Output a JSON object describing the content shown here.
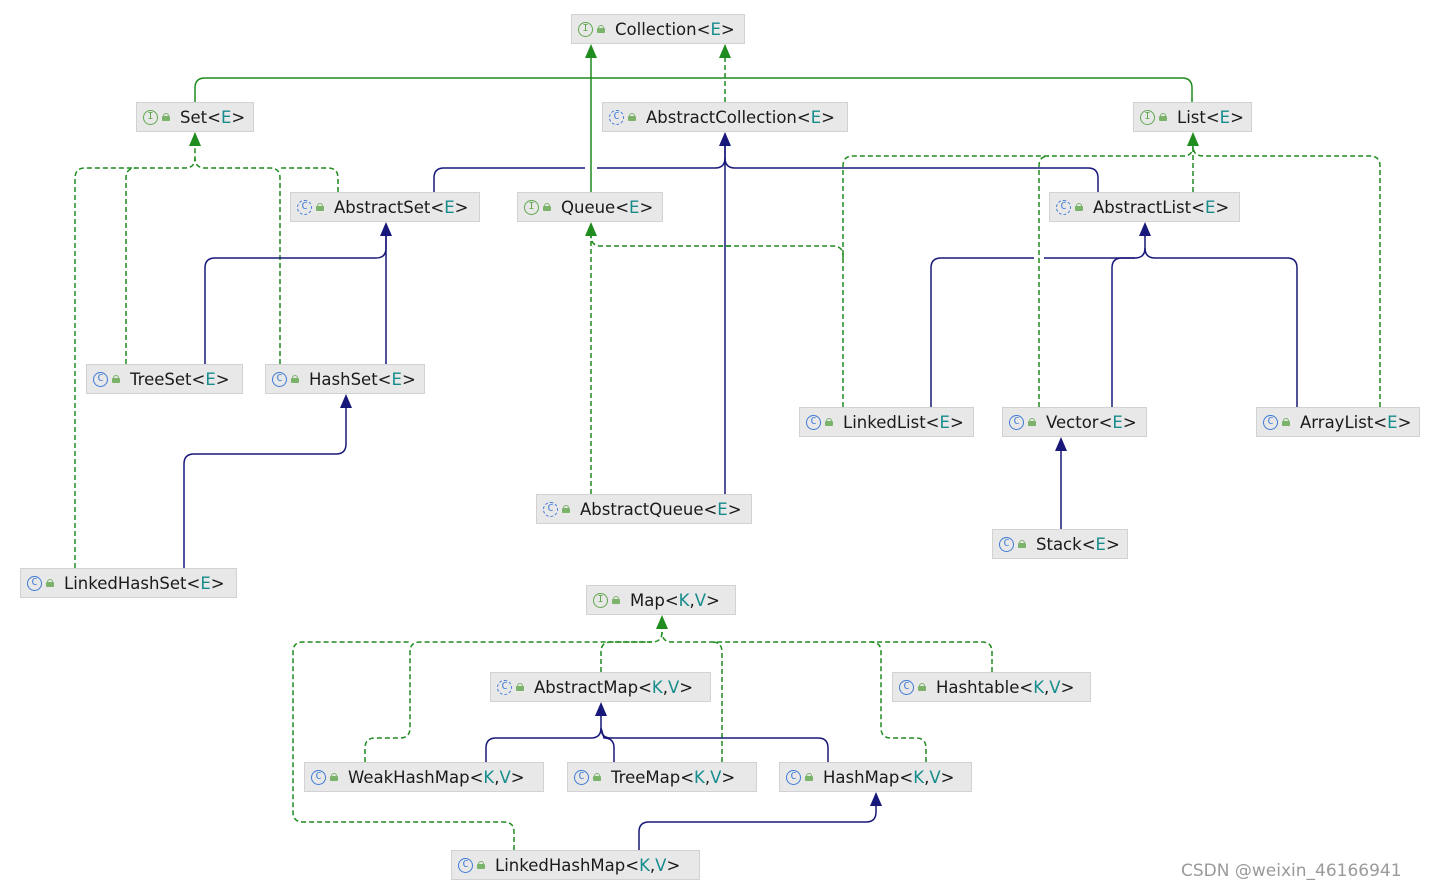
{
  "nodes": [
    {
      "id": "collection",
      "kind": "interface",
      "name": "Collection",
      "params": [
        "E"
      ]
    },
    {
      "id": "set",
      "kind": "interface",
      "name": "Set",
      "params": [
        "E"
      ]
    },
    {
      "id": "abstractcollection",
      "kind": "abstract",
      "name": "AbstractCollection",
      "params": [
        "E"
      ]
    },
    {
      "id": "list",
      "kind": "interface",
      "name": "List",
      "params": [
        "E"
      ]
    },
    {
      "id": "abstractset",
      "kind": "abstract",
      "name": "AbstractSet",
      "params": [
        "E"
      ]
    },
    {
      "id": "queue",
      "kind": "interface",
      "name": "Queue",
      "params": [
        "E"
      ]
    },
    {
      "id": "abstractlist",
      "kind": "abstract",
      "name": "AbstractList",
      "params": [
        "E"
      ]
    },
    {
      "id": "treeset",
      "kind": "class",
      "name": "TreeSet",
      "params": [
        "E"
      ]
    },
    {
      "id": "hashset",
      "kind": "class",
      "name": "HashSet",
      "params": [
        "E"
      ]
    },
    {
      "id": "linkedlist",
      "kind": "class",
      "name": "LinkedList",
      "params": [
        "E"
      ]
    },
    {
      "id": "vector",
      "kind": "class",
      "name": "Vector",
      "params": [
        "E"
      ]
    },
    {
      "id": "arraylist",
      "kind": "class",
      "name": "ArrayList",
      "params": [
        "E"
      ]
    },
    {
      "id": "abstractqueue",
      "kind": "abstract",
      "name": "AbstractQueue",
      "params": [
        "E"
      ]
    },
    {
      "id": "stack",
      "kind": "class",
      "name": "Stack",
      "params": [
        "E"
      ]
    },
    {
      "id": "linkedhashset",
      "kind": "class",
      "name": "LinkedHashSet",
      "params": [
        "E"
      ]
    },
    {
      "id": "map",
      "kind": "interface",
      "name": "Map",
      "params": [
        "K",
        "V"
      ]
    },
    {
      "id": "abstractmap",
      "kind": "abstract",
      "name": "AbstractMap",
      "params": [
        "K",
        "V"
      ]
    },
    {
      "id": "hashtable",
      "kind": "class",
      "name": "Hashtable",
      "params": [
        "K",
        "V"
      ]
    },
    {
      "id": "weakhashmap",
      "kind": "class",
      "name": "WeakHashMap",
      "params": [
        "K",
        "V"
      ]
    },
    {
      "id": "treemap",
      "kind": "class",
      "name": "TreeMap",
      "params": [
        "K",
        "V"
      ]
    },
    {
      "id": "hashmap",
      "kind": "class",
      "name": "HashMap",
      "params": [
        "K",
        "V"
      ]
    },
    {
      "id": "linkedhashmap",
      "kind": "class",
      "name": "LinkedHashMap",
      "params": [
        "K",
        "V"
      ]
    }
  ],
  "edges": [
    {
      "from": "set",
      "to": "collection",
      "type": "extends"
    },
    {
      "from": "queue",
      "to": "collection",
      "type": "extends"
    },
    {
      "from": "list",
      "to": "collection",
      "type": "extends"
    },
    {
      "from": "abstractcollection",
      "to": "collection",
      "type": "implements"
    },
    {
      "from": "treeset",
      "to": "set",
      "type": "implements"
    },
    {
      "from": "hashset",
      "to": "set",
      "type": "implements"
    },
    {
      "from": "linkedhashset",
      "to": "set",
      "type": "implements"
    },
    {
      "from": "abstractset",
      "to": "set",
      "type": "implements"
    },
    {
      "from": "abstractset",
      "to": "abstractcollection",
      "type": "extends"
    },
    {
      "from": "abstractlist",
      "to": "abstractcollection",
      "type": "extends"
    },
    {
      "from": "abstractqueue",
      "to": "abstractcollection",
      "type": "extends"
    },
    {
      "from": "treeset",
      "to": "abstractset",
      "type": "extends"
    },
    {
      "from": "hashset",
      "to": "abstractset",
      "type": "extends"
    },
    {
      "from": "linkedhashset",
      "to": "hashset",
      "type": "extends"
    },
    {
      "from": "abstractlist",
      "to": "list",
      "type": "implements"
    },
    {
      "from": "linkedlist",
      "to": "list",
      "type": "implements"
    },
    {
      "from": "vector",
      "to": "list",
      "type": "implements"
    },
    {
      "from": "arraylist",
      "to": "list",
      "type": "implements"
    },
    {
      "from": "linkedlist",
      "to": "abstractlist",
      "type": "extends"
    },
    {
      "from": "vector",
      "to": "abstractlist",
      "type": "extends"
    },
    {
      "from": "arraylist",
      "to": "abstractlist",
      "type": "extends"
    },
    {
      "from": "abstractqueue",
      "to": "queue",
      "type": "implements"
    },
    {
      "from": "linkedlist",
      "to": "queue",
      "type": "implements"
    },
    {
      "from": "stack",
      "to": "vector",
      "type": "extends"
    },
    {
      "from": "abstractmap",
      "to": "map",
      "type": "implements"
    },
    {
      "from": "hashtable",
      "to": "map",
      "type": "implements"
    },
    {
      "from": "weakhashmap",
      "to": "map",
      "type": "implements"
    },
    {
      "from": "treemap",
      "to": "map",
      "type": "implements"
    },
    {
      "from": "hashmap",
      "to": "map",
      "type": "implements"
    },
    {
      "from": "linkedhashmap",
      "to": "map",
      "type": "implements"
    },
    {
      "from": "weakhashmap",
      "to": "abstractmap",
      "type": "extends"
    },
    {
      "from": "treemap",
      "to": "abstractmap",
      "type": "extends"
    },
    {
      "from": "hashmap",
      "to": "abstractmap",
      "type": "extends"
    },
    {
      "from": "linkedhashmap",
      "to": "hashmap",
      "type": "extends"
    }
  ],
  "colors": {
    "interface_edge": "#1e8c1e",
    "class_edge": "#18187a",
    "node_bg": "#e8e8e8",
    "generic_param": "#168c8c",
    "interface_icon": "#5fa84f",
    "class_icon": "#3f7ad6"
  },
  "icons": {
    "interface": "interface-icon",
    "class": "class-icon",
    "abstract": "abstract-class-icon"
  },
  "watermark": "CSDN @weixin_46166941"
}
